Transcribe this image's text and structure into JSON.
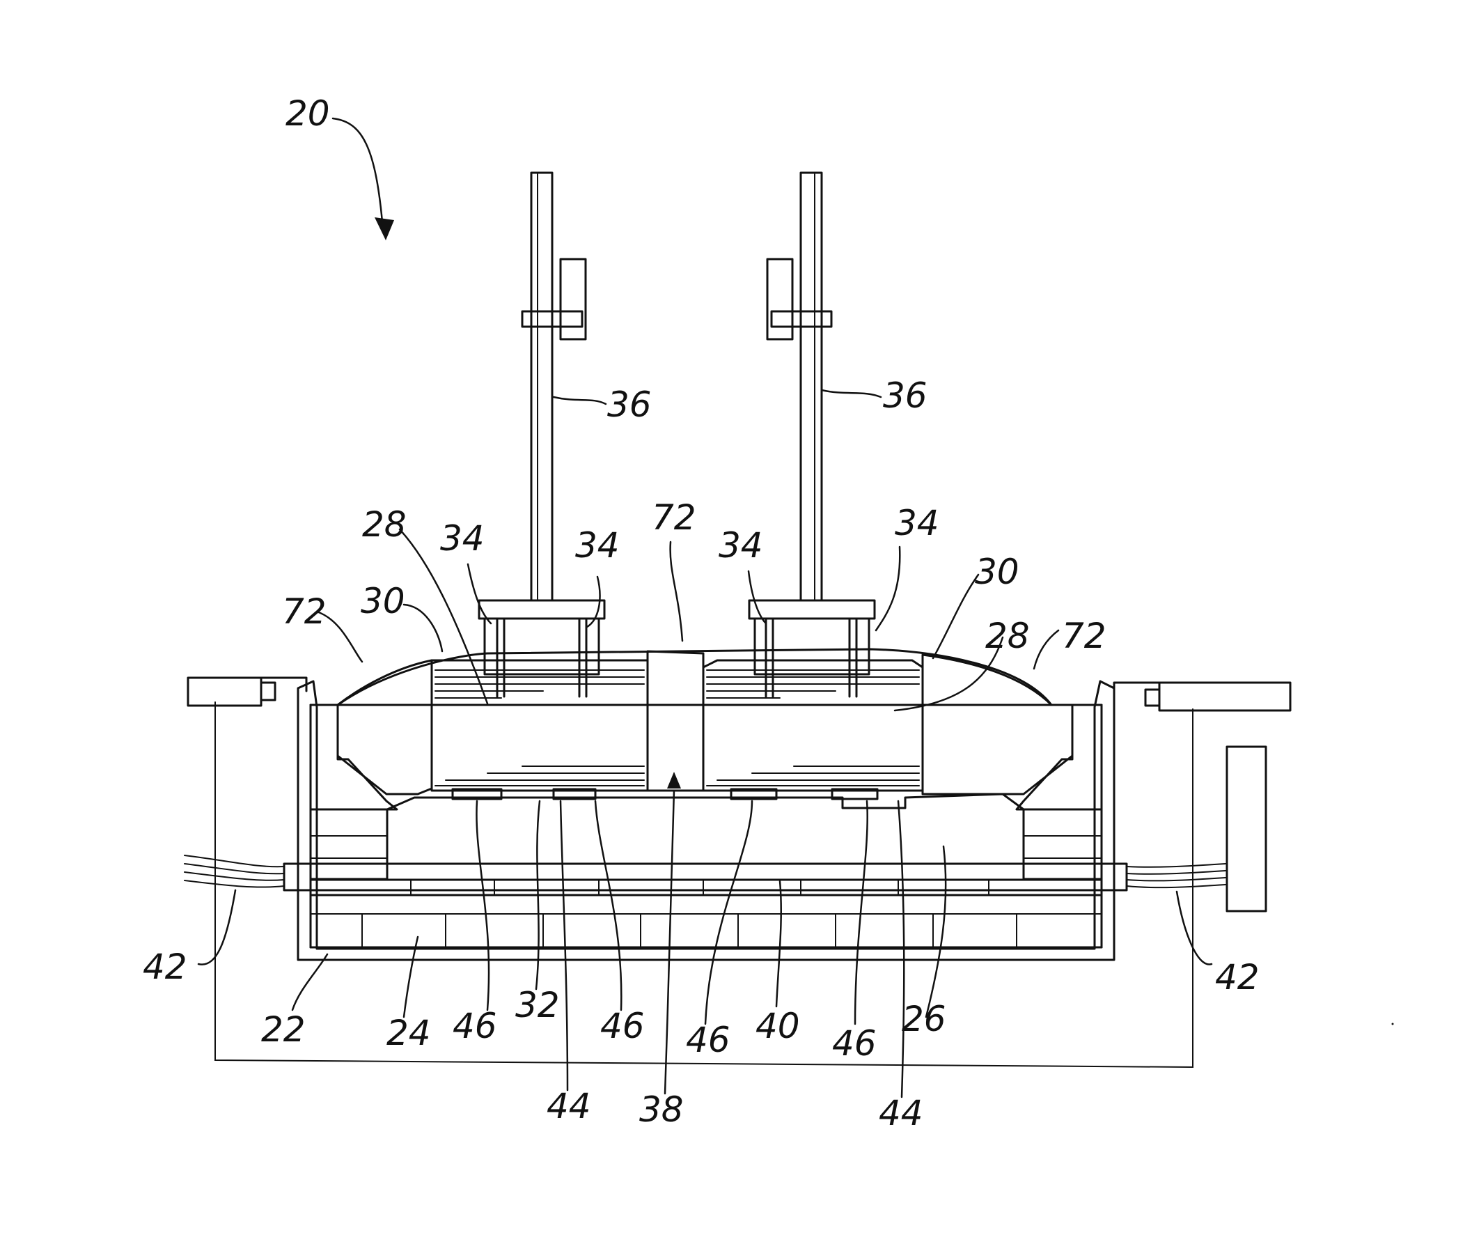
{
  "figure": {
    "ref_cell": "20",
    "ref_shell": "22",
    "ref_insulation": "24",
    "ref_cathode_block": "26",
    "ref_anode_left": "28",
    "ref_anode_right": "28",
    "ref_bath_left": "30",
    "ref_bath_right": "30",
    "ref_metal_pad": "32",
    "ref_stub_a": "34",
    "ref_stub_b": "34",
    "ref_stub_c": "34",
    "ref_stub_d": "34",
    "ref_rod_left": "36",
    "ref_rod_right": "36",
    "ref_gap": "38",
    "ref_collector_bar": "40",
    "ref_busbar_left": "42",
    "ref_busbar_right": "42",
    "ref_groove_left": "44",
    "ref_groove_right": "44",
    "ref_insert_a": "46",
    "ref_insert_b": "46",
    "ref_insert_c": "46",
    "ref_insert_d": "46",
    "ref_crust_left": "72",
    "ref_crust_center": "72",
    "ref_crust_right": "72"
  },
  "icons": {
    "arrow": "arrow-down-icon"
  }
}
